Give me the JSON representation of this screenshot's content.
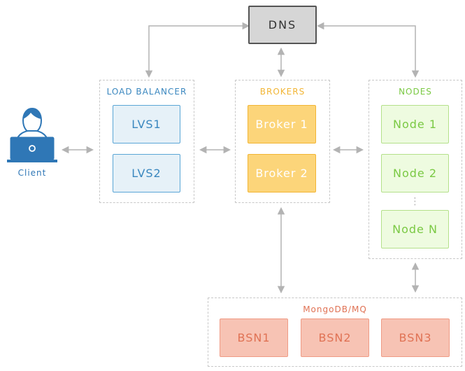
{
  "dns": {
    "label": "DNS"
  },
  "client": {
    "label": "Client"
  },
  "load_balancer": {
    "title": "LOAD BALANCER",
    "items": [
      "LVS1",
      "LVS2"
    ]
  },
  "brokers": {
    "title": "BROKERS",
    "items": [
      "Broker 1",
      "Broker 2"
    ]
  },
  "nodes": {
    "title": "NODES",
    "items": [
      "Node 1",
      "Node 2",
      "Node N"
    ],
    "ellipsis": "⋮"
  },
  "datastore": {
    "title": "MongoDB/MQ",
    "items": [
      "BSN1",
      "BSN2",
      "BSN3"
    ]
  },
  "colors": {
    "load_balancer": "#3a87bf",
    "brokers": "#f2b534",
    "nodes": "#7ac943",
    "datastore": "#e07254",
    "dns": "#555555",
    "arrows": "#b3b3b3"
  }
}
